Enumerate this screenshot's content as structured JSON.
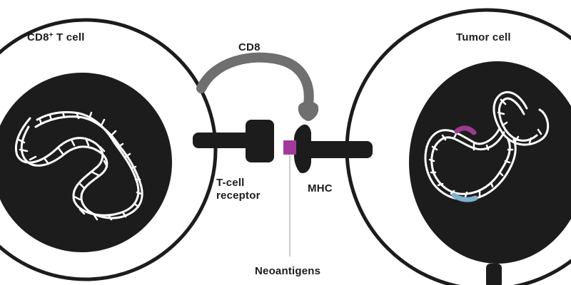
{
  "labels": {
    "cd8_t_cell_prefix": "CD8",
    "cd8_t_cell_sup": "+",
    "cd8_t_cell_suffix": " T cell",
    "tumor_cell": "Tumor cell",
    "cd8": "CD8",
    "t_cell_receptor_line1": "T-cell",
    "t_cell_receptor_line2": "receptor",
    "mhc": "MHC",
    "neoantigens": "Neoantigens"
  },
  "colors": {
    "membrane": "#1c1c1c",
    "nucleus": "#1c1c1c",
    "cd8_arc": "#6f6f6f",
    "neoantigen": "#a23a9c",
    "dna": "#ffffff",
    "mutation_magenta": "#9b3a8e",
    "mutation_blue": "#7fb0cf"
  }
}
